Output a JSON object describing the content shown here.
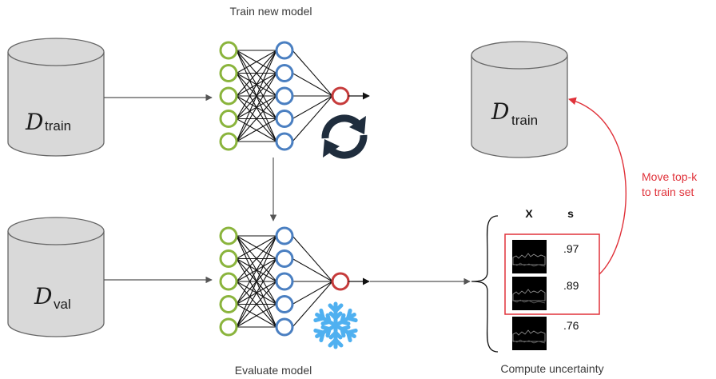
{
  "labels": {
    "train_model": "Train new model",
    "evaluate_model": "Evaluate model",
    "compute_uncertainty": "Compute uncertainty",
    "move_line1": "Move top-k",
    "move_line2": "to train set"
  },
  "datasets": {
    "symbol": "D",
    "train_sub": "train",
    "val_sub": "val"
  },
  "table": {
    "col_x": "X",
    "col_s": "s",
    "scores": [
      ".97",
      ".89",
      ".76"
    ]
  },
  "colors": {
    "input_nodes": "#8ab43c",
    "hidden_nodes": "#4a7fc1",
    "output_node": "#c63b3b",
    "highlight": "#e0323a",
    "cylinder_fill": "#d9d9d9",
    "snowflake": "#4fb0f0"
  },
  "icons": {
    "retrain": "refresh-icon",
    "frozen": "snowflake-icon"
  }
}
